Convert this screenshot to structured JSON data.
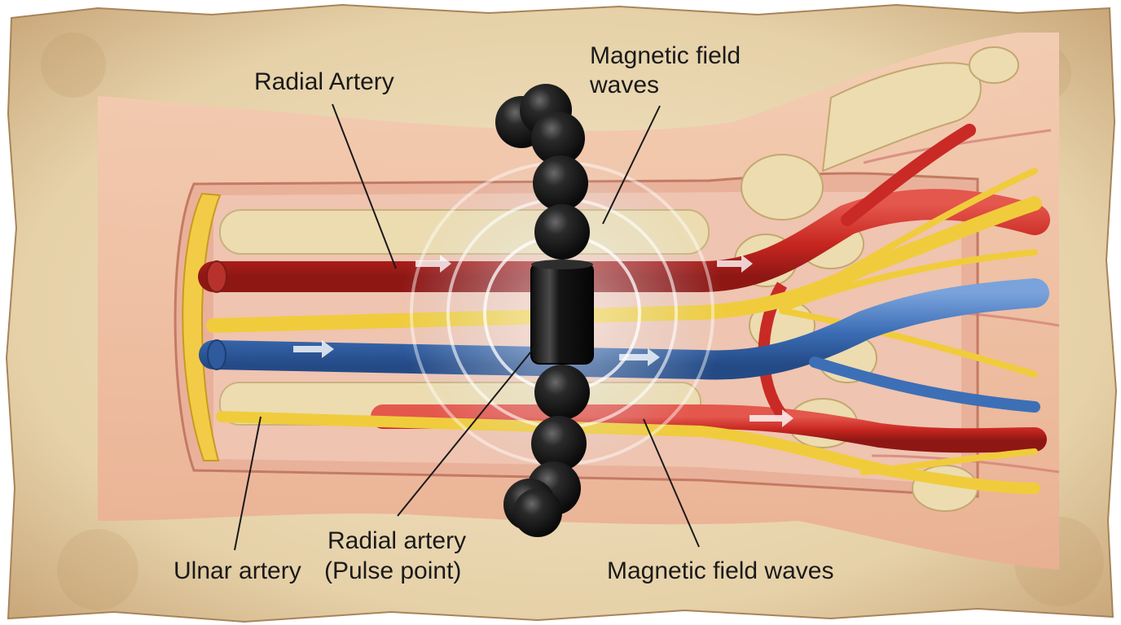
{
  "labels": {
    "radial_artery_top": "Radial Artery",
    "magnetic_top_line1": "Magnetic field",
    "magnetic_top_line2": "waves",
    "ulnar_artery": "Ulnar artery",
    "radial_pulse_line1": "Radial artery",
    "radial_pulse_line2": "(Pulse point)",
    "magnetic_bottom": "Magnetic field waves"
  },
  "colors": {
    "parchment": "#e9d7b4",
    "skin": "#f1c3a6",
    "artery": "#c92a26",
    "vein": "#3d6fb6",
    "nerve": "#f0cc3c",
    "bone": "#ecdcb0",
    "bead": "#1c1c1c"
  }
}
